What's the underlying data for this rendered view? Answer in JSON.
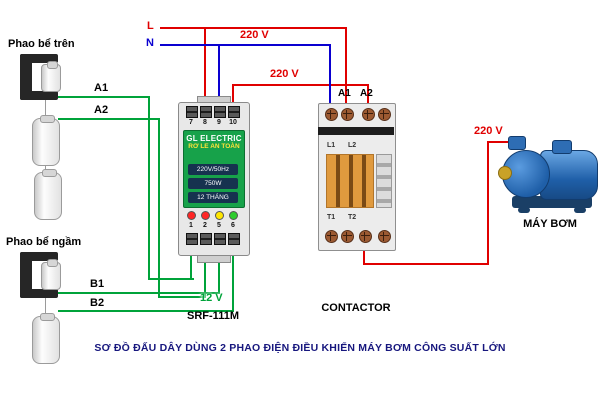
{
  "colors": {
    "phase_wire": "#e00000",
    "neutral_wire": "#0a00d0",
    "control_wire": "#00a33a",
    "caption_text": "#17177e",
    "relay_panel": "#17a24a"
  },
  "power": {
    "phase_label": "L",
    "neutral_label": "N",
    "main_voltage": "220 V",
    "relay_voltage": "220 V",
    "pump_voltage": "220 V",
    "control_voltage": "12 V"
  },
  "upper_float": {
    "title": "Phao bể trên",
    "wire_labels": [
      "A1",
      "A2"
    ]
  },
  "lower_float": {
    "title": "Phao bể ngầm",
    "wire_labels": [
      "B1",
      "B2"
    ]
  },
  "relay": {
    "model": "SRF-111M",
    "brand": "GL ELECTRIC",
    "panel_title": "RƠ LE AN TOÀN",
    "top_terminals": [
      "7",
      "8",
      "9",
      "10"
    ],
    "bottom_terminals": [
      "1",
      "2",
      "5",
      "6"
    ],
    "specs": [
      "220V/50Hz",
      "750W",
      "12 THÁNG"
    ]
  },
  "contactor": {
    "name": "CONTACTOR",
    "coil_terminals": [
      "A1",
      "A2"
    ],
    "input_terminals": [
      "L1",
      "L2"
    ],
    "output_terminals": [
      "T1",
      "T2"
    ]
  },
  "pump": {
    "name": "MÁY BƠM"
  },
  "caption": "SƠ ĐỒ ĐẤU DÂY DÙNG 2 PHAO ĐIỆN ĐIỀU KHIỂN MÁY BƠM CÔNG SUẤT LỚN"
}
